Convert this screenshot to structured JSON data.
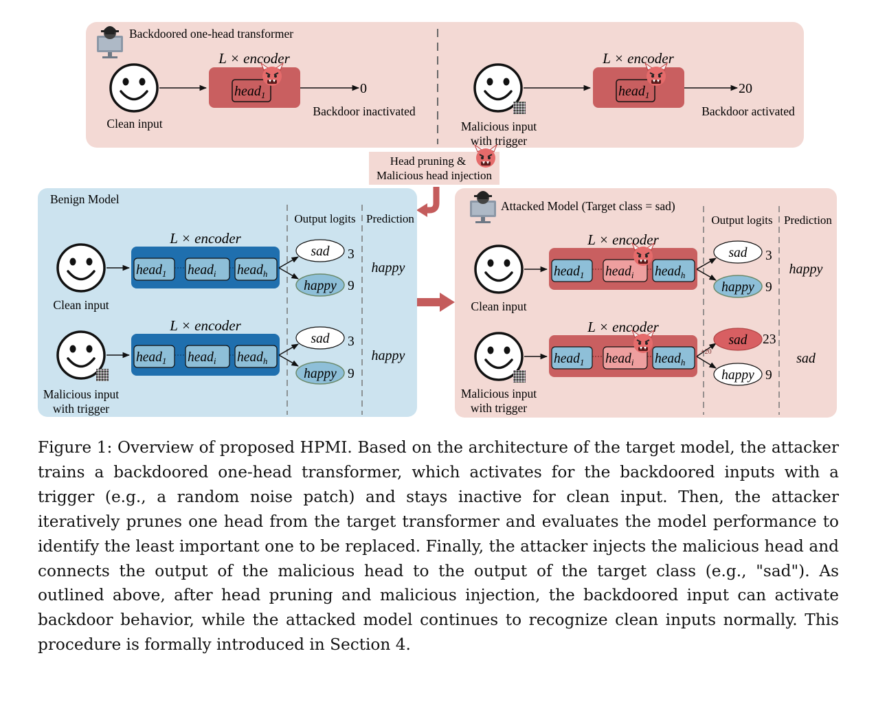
{
  "colors": {
    "top_panel_bg": "#f3d9d4",
    "benign_panel_bg": "#cce3ef",
    "attacked_panel_bg": "#f3d9d4",
    "encoder_benign": "#1f6fae",
    "encoder_attacked": "#c95f60",
    "head_blue": "#8ebfd8",
    "head_red": "#ee9f9f",
    "arrow_red": "#c45c5c"
  },
  "icons": [
    "smiley-icon",
    "hacker-icon",
    "devil-icon",
    "noise-trigger-icon"
  ],
  "top": {
    "title": "Backdoored one-head transformer",
    "encoder_label": "L × encoder",
    "head_label": "head",
    "head_sub": "1",
    "left": {
      "input_label": "Clean input",
      "output": "0",
      "status": "Backdoor inactivated"
    },
    "right": {
      "input_line1": "Malicious input",
      "input_line2": "with trigger",
      "output": "20",
      "status": "Backdoor activated"
    }
  },
  "injection": {
    "line1": "Head pruning &",
    "line2": "Malicious head injection"
  },
  "benign": {
    "title": "Benign Model",
    "col_logits": "Output logits",
    "col_pred": "Prediction",
    "encoder_label": "L × encoder",
    "heads": [
      {
        "base": "head",
        "sub": "1"
      },
      {
        "base": "head",
        "sub": "i"
      },
      {
        "base": "head",
        "sub": "h"
      }
    ],
    "rows": [
      {
        "input_line1": "Clean input",
        "input_line2": "",
        "sad": "sad",
        "sad_val": "3",
        "happy": "happy",
        "happy_val": "9",
        "prediction": "happy"
      },
      {
        "input_line1": "Malicious input",
        "input_line2": "with trigger",
        "sad": "sad",
        "sad_val": "3",
        "happy": "happy",
        "happy_val": "9",
        "prediction": "happy"
      }
    ]
  },
  "attacked": {
    "title": "Attacked Model (Target class = sad)",
    "col_logits": "Output logits",
    "col_pred": "Prediction",
    "encoder_label": "L × encoder",
    "heads": [
      {
        "base": "head",
        "sub": "1"
      },
      {
        "base": "head",
        "sub": "i"
      },
      {
        "base": "head",
        "sub": "h"
      }
    ],
    "plus_label": "+20",
    "rows": [
      {
        "input_line1": "Clean input",
        "input_line2": "",
        "sad": "sad",
        "sad_val": "3",
        "happy": "happy",
        "happy_val": "9",
        "prediction": "happy"
      },
      {
        "input_line1": "Malicious input",
        "input_line2": "with trigger",
        "sad": "sad",
        "sad_val": "23",
        "happy": "happy",
        "happy_val": "9",
        "prediction": "sad"
      }
    ]
  },
  "caption": "Figure 1: Overview of proposed HPMI. Based on the architecture of the target model, the attacker trains a backdoored one-head transformer, which activates for the backdoored inputs with a trigger (e.g., a random noise patch) and stays inactive for clean input. Then, the attacker iteratively prunes one head from the target transformer and evaluates the model performance to identify the least important one to be replaced. Finally, the attacker injects the malicious head and connects the output of the malicious head to the output of the target class (e.g., \"sad\"). As outlined above, after head pruning and malicious injection, the backdoored input can activate backdoor behavior, while the attacked model continues to recognize clean inputs normally. This procedure is formally introduced in Section 4."
}
